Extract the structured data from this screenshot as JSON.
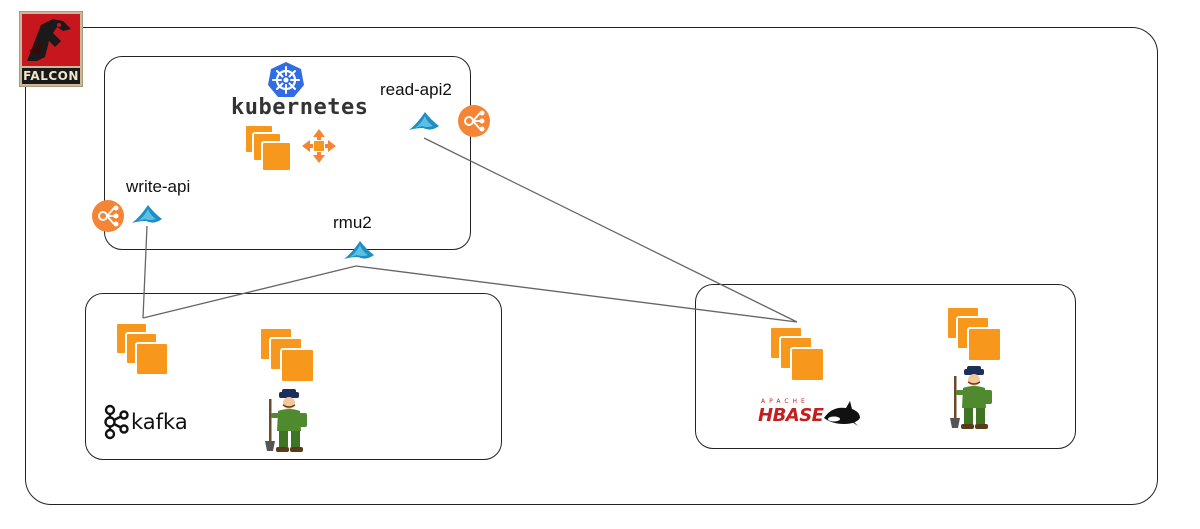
{
  "logo": {
    "text": "FALCON"
  },
  "kubernetes": {
    "label": "kubernetes"
  },
  "nodes": {
    "write_api": "write-api",
    "read_api2": "read-api2",
    "rmu2": "rmu2"
  },
  "kafka": {
    "label": "kafka"
  },
  "hbase": {
    "label": "HBASE",
    "sublabel": "APACHE"
  },
  "colors": {
    "aws_orange": "#F7981D",
    "elb_orange": "#F58536",
    "node_blue": "#1F8FC1",
    "kube_purple": "#326CE5",
    "hbase_red": "#C41E1E"
  }
}
